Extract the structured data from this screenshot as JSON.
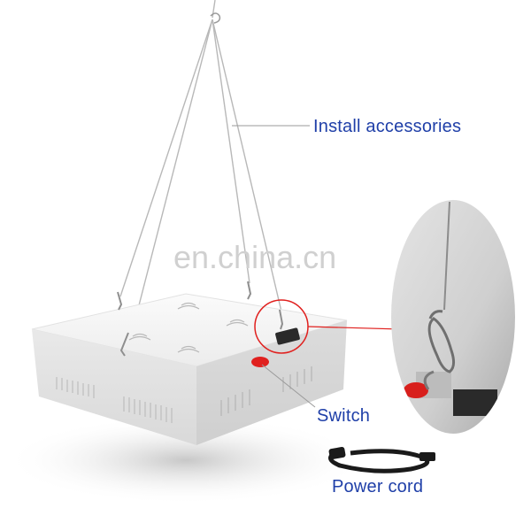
{
  "labels": {
    "install": "Install accessories",
    "switch": "Switch",
    "power_cord": "Power cord"
  },
  "watermark": "en.china.cn",
  "colors": {
    "label": "#1f3fa8",
    "switch_red": "#e0201e",
    "panel_white": "#f4f4f4",
    "leader_line": "#9a9a9a"
  }
}
